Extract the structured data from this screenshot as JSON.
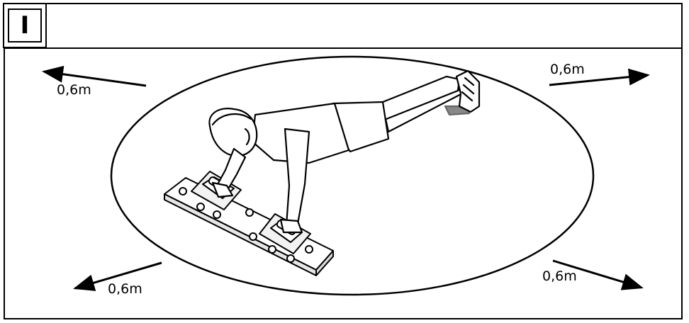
{
  "step": {
    "label": "I"
  },
  "clearances": {
    "top_left": "0,6m",
    "top_right": "0,6m",
    "bottom_left": "0,6m",
    "bottom_right": "0,6m"
  }
}
